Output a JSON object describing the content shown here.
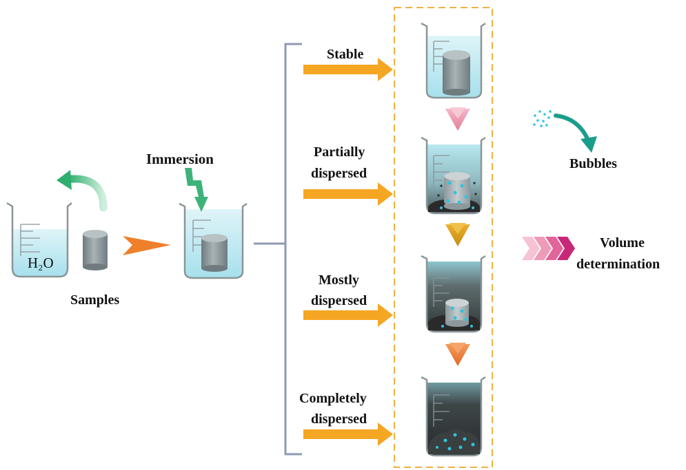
{
  "labels": {
    "h2o": "H₂O",
    "samples": "Samples",
    "immersion": "Immersion",
    "bubbles": "Bubbles",
    "volume_line1": "Volume",
    "volume_line2": "determination"
  },
  "stages": [
    {
      "line1": "Stable",
      "line2": ""
    },
    {
      "line1": "Partially",
      "line2": "dispersed"
    },
    {
      "line1": "Mostly",
      "line2": "dispersed"
    },
    {
      "line1": "Completely",
      "line2": "dispersed"
    }
  ],
  "colors": {
    "water_light": "#cfeef5",
    "water": "#a9e2ed",
    "cylinder": "#8e9a9e",
    "arrow_orange": "#f5a623",
    "chevron_orange": "#f07f2a",
    "green": "#3db37a",
    "teal": "#1a9e8c",
    "dashed_box": "#f0b040",
    "bracket": "#8e9ab3",
    "pink": "#e88aa8",
    "magenta": "#c72878",
    "bubble": "#2ec4e0",
    "dark": "#2a2a2a"
  }
}
